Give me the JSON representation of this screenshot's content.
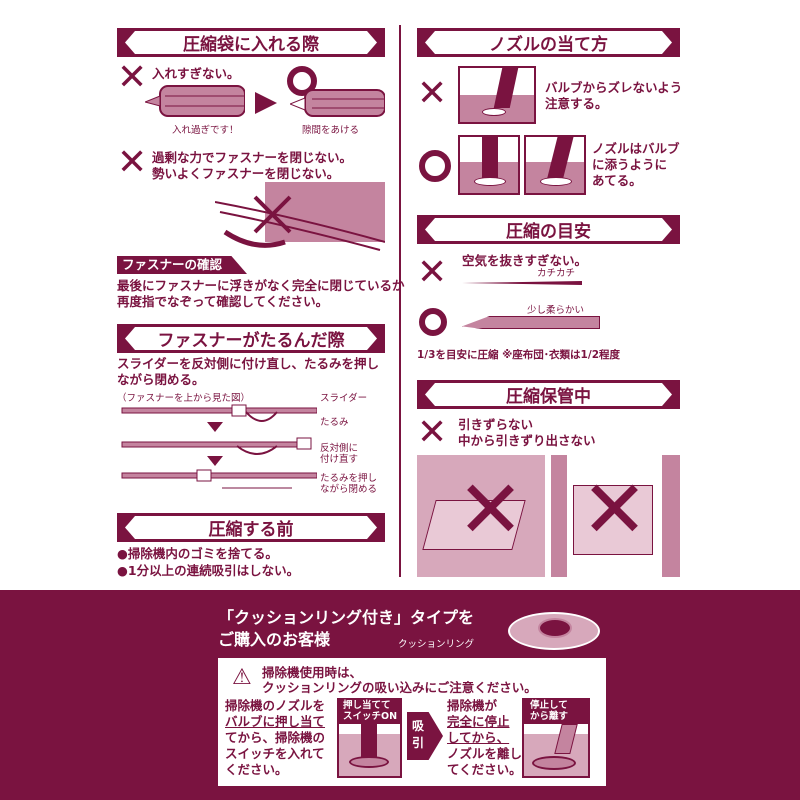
{
  "left": {
    "section1": {
      "title": "圧縮袋に入れる際",
      "ng1": "入れすぎない。",
      "ng1_caption": "入れ過ぎです！",
      "ok1_caption": "隙間をあける",
      "ng2_line1": "過剰な力でファスナーを閉じない。",
      "ng2_line2": "勢いよくファスナーを閉じない。",
      "check_label": "ファスナーの確認",
      "check_line1": "最後にファスナーに浮きがなく完全に閉じているか",
      "check_line2": "再度指でなぞって確認してください。"
    },
    "section2": {
      "title": "ファスナーがたるんだ際",
      "line1": "スライダーを反対側に付け直し、たるみを押し",
      "line2": "ながら閉める。",
      "diagram_note": "（ファスナーを上から見た図）",
      "label_slider": "スライダー",
      "label_slack": "たるみ",
      "label_reattach1": "反対側に",
      "label_reattach2": "付け直す",
      "label_close1": "たるみを押し",
      "label_close2": "ながら閉める"
    },
    "section3": {
      "title": "圧縮する前",
      "item1": "●掃除機内のゴミを捨てる。",
      "item2": "●1分以上の連続吸引はしない。"
    }
  },
  "right": {
    "section1": {
      "title": "ノズルの当て方",
      "ng_line1": "バルブからズレないよう",
      "ng_line2": "注意する。",
      "ok_line1": "ノズルはバルブ",
      "ok_line2": "に添うように",
      "ok_line3": "あてる。"
    },
    "section2": {
      "title": "圧縮の目安",
      "ng": "空気を抜きすぎない。",
      "ng_label": "カチカチ",
      "ok_label": "少し柔らかい",
      "note": "1/3を目安に圧縮 ※座布団･衣類は1/2程度"
    },
    "section3": {
      "title": "圧縮保管中",
      "ng_line1": "引きずらない",
      "ng_line2": "中から引きずり出さない"
    }
  },
  "bottom": {
    "title_line1": "「クッションリング付き」タイプを",
    "title_line2": "ご購入のお客様",
    "ring_label": "クッションリング",
    "warning_line1": "掃除機使用時は、",
    "warning_line2": "クッションリングの吸い込みにご注意ください。",
    "step1_lines": [
      "掃除機のノズルを",
      "バルブに押し当て",
      "てから、掃除機の",
      "スイッチを入れて",
      "ください。"
    ],
    "step1_badge_line1": "押し当てて",
    "step1_badge_line2": "スイッチON",
    "arrow_label": "吸引",
    "step2_lines": [
      "掃除機が",
      "完全に停止",
      "してから、",
      "ノズルを離し",
      "てください。"
    ],
    "step2_badge_line1": "停止して",
    "step2_badge_line2": "から離す"
  },
  "colors": {
    "brand": "#7a1340",
    "light": "#c4849f"
  }
}
